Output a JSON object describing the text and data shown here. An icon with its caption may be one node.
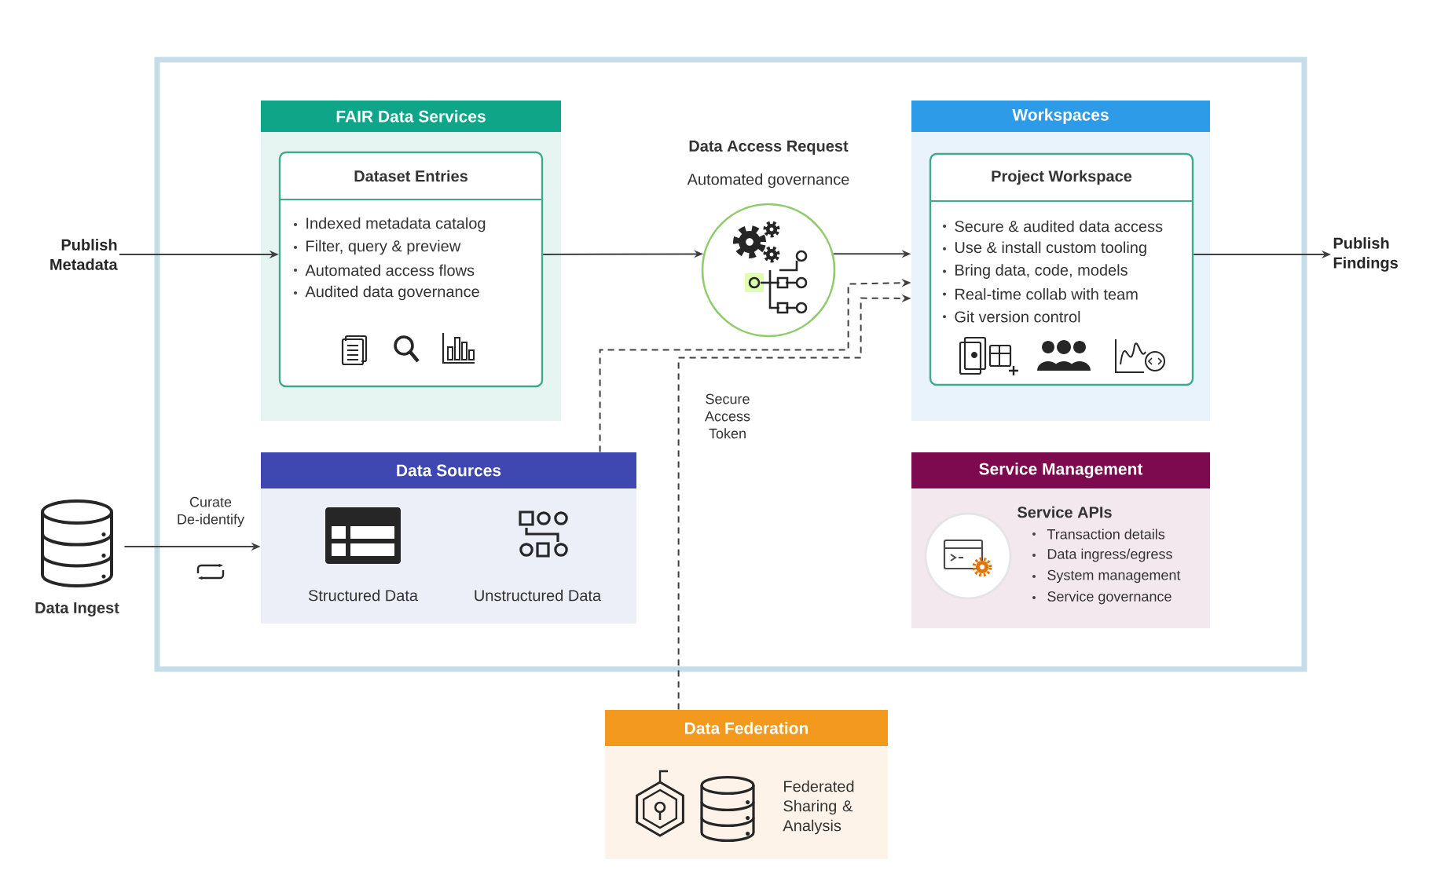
{
  "diagram": {
    "nodes": [
      {
        "text": [],
        "shape": "box"
      },
      {
        "text": [
          "FAIR Data Services"
        ],
        "in": 0
      },
      {
        "text": [
          "Dataset Entries",
          "Indexed metadata catalog",
          "Filter, query & preview",
          "Automated access flows",
          "Audited data governance"
        ],
        "in": 1
      },
      {
        "text": [
          "Data Access Request",
          "Automated governance"
        ],
        "in": 0
      },
      {
        "text": [
          "Workspaces"
        ],
        "in": 0
      },
      {
        "text": [
          "Project Workspace",
          "Secure & audited data access",
          "Use & install custom tooling",
          "Bring data, code, models",
          "Real-time collab with team",
          "Git version control"
        ],
        "in": 4
      },
      {
        "text": [
          "Data Sources",
          "Structured Data",
          "Unstructured Data"
        ],
        "in": 0
      },
      {
        "text": [
          "Service Management",
          "Service APIs",
          "Transaction details",
          "Data ingress/egress",
          "System management",
          "Service governance"
        ],
        "in": 0
      },
      {
        "text": [
          "Data Federation",
          "Federated Sharing & Analysis"
        ]
      },
      {
        "text": [
          "Publish Metadata"
        ]
      },
      {
        "text": [
          "Publish Findings"
        ]
      },
      {
        "text": [
          "Data Ingest"
        ]
      }
    ],
    "edges": [
      {
        "from": 9,
        "to": 2,
        "arrow": "to"
      },
      {
        "from": 2,
        "to": 3,
        "arrow": "to"
      },
      {
        "from": 3,
        "to": 4,
        "arrow": "to"
      },
      {
        "from": 6,
        "to": 4,
        "arrow": "to",
        "style": "dashed"
      },
      {
        "from": 8,
        "to": 4,
        "arrow": "to",
        "style": "dashed",
        "label": "Secure Access Token"
      },
      {
        "from": 5,
        "to": 10,
        "arrow": "to"
      },
      {
        "from": 11,
        "to": 6,
        "arrow": "to",
        "label": "Curate De-identify"
      }
    ]
  }
}
